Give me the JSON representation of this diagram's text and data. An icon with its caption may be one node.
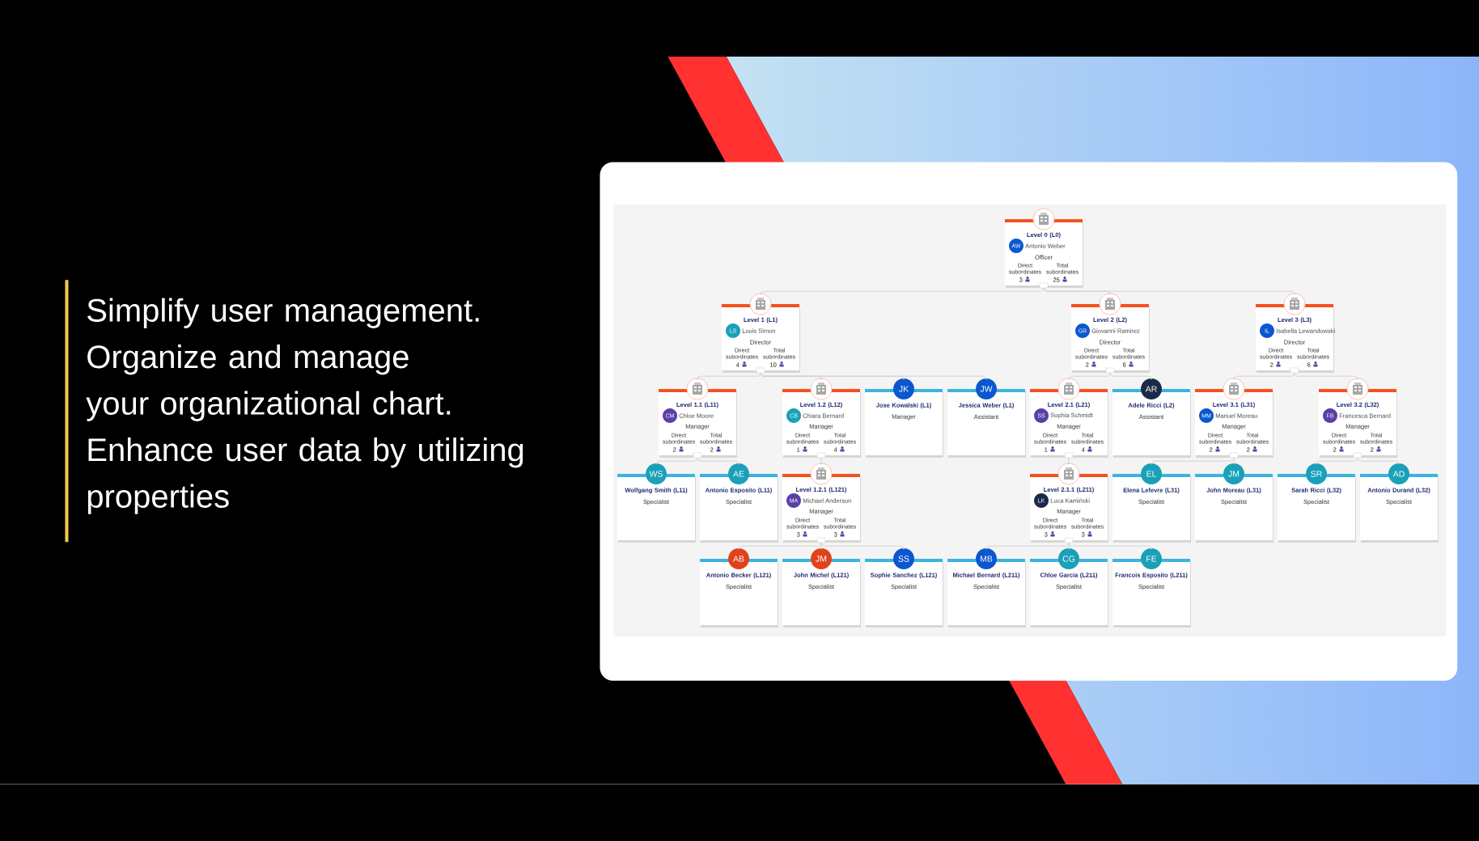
{
  "diagram": {
    "nodes": [
      {
        "text": [
          "Level 0 (L0)",
          "AW",
          "Antonio Weber",
          "Officer",
          "Direct subordinates",
          "3",
          "Total subordinates",
          "25"
        ]
      },
      {
        "text": [
          "Level 1 (L1)",
          "LS",
          "Louis Simon",
          "Director",
          "Direct subordinates",
          "4",
          "Total subordinates",
          "10"
        ]
      },
      {
        "text": [
          "Level 2 (L2)",
          "GR",
          "Giovanni Ramirez",
          "Director",
          "Direct subordinates",
          "2",
          "Total subordinates",
          "6"
        ]
      },
      {
        "text": [
          "Level 3 (L3)",
          "IL",
          "Isabella Lewandowski",
          "Director",
          "Direct subordinates",
          "2",
          "Total subordinates",
          "6"
        ]
      },
      {
        "text": [
          "Level 1.1 (L11)",
          "CM",
          "Chloe Moore",
          "Manager",
          "Direct subordinates",
          "2",
          "Total subordinates",
          "2"
        ]
      },
      {
        "text": [
          "Level 1.2 (L12)",
          "CB",
          "Chiara Bernard",
          "Manager",
          "Direct subordinates",
          "1",
          "Total subordinates",
          "4"
        ]
      },
      {
        "text": [
          "JK",
          "Jose Kowalski (L1)",
          "Manager"
        ]
      },
      {
        "text": [
          "JW",
          "Jessica Weber (L1)",
          "Assistant"
        ]
      },
      {
        "text": [
          "Level 2.1 (L21)",
          "SS",
          "Sophia Schmidt",
          "Manager",
          "Direct subordinates",
          "1",
          "Total subordinates",
          "4"
        ]
      },
      {
        "text": [
          "AR",
          "Adele Ricci (L2)",
          "Assistant"
        ]
      },
      {
        "text": [
          "Level 3.1 (L31)",
          "MM",
          "Manuel Moreau",
          "Manager",
          "Direct subordinates",
          "2",
          "Total subordinates",
          "2"
        ]
      },
      {
        "text": [
          "Level 3.2 (L32)",
          "FB",
          "Francesca Bernard",
          "Manager",
          "Direct subordinates",
          "2",
          "Total subordinates",
          "2"
        ]
      },
      {
        "text": [
          "WS",
          "Wolfgang Smith (L11)",
          "Specialist"
        ]
      },
      {
        "text": [
          "AE",
          "Antonio Esposito (L11)",
          "Specialist"
        ]
      },
      {
        "text": [
          "Level 1.2.1 (L121)",
          "MA",
          "Michael Anderson",
          "Manager",
          "Direct subordinates",
          "3",
          "Total subordinates",
          "3"
        ]
      },
      {
        "text": [
          "Level 2.1.1 (L211)",
          "LK",
          "Luca Kamiński",
          "Manager",
          "Direct subordinates",
          "3",
          "Total subordinates",
          "3"
        ]
      },
      {
        "text": [
          "EL",
          "Elena Lefevre (L31)",
          "Specialist"
        ]
      },
      {
        "text": [
          "JM",
          "John Moreau (L31)",
          "Specialist"
        ]
      },
      {
        "text": [
          "SR",
          "Sarah Ricci (L32)",
          "Specialist"
        ]
      },
      {
        "text": [
          "AD",
          "Antonio Durand (L32)",
          "Specialist"
        ]
      },
      {
        "text": [
          "AB",
          "Antonio Becker (L121)",
          "Specialist"
        ]
      },
      {
        "text": [
          "JM",
          "John Michel (L121)",
          "Specialist"
        ]
      },
      {
        "text": [
          "SS",
          "Sophie Sanchez (L121)",
          "Specialist"
        ]
      },
      {
        "text": [
          "MB",
          "Michael Bernard (L211)",
          "Specialist"
        ]
      },
      {
        "text": [
          "CG",
          "Chloe Garcia (L211)",
          "Specialist"
        ]
      },
      {
        "text": [
          "FE",
          "Francois Esposito (L211)",
          "Specialist"
        ]
      }
    ],
    "edges": [
      {
        "from": 0,
        "to": 1,
        "arrow": "none"
      },
      {
        "from": 0,
        "to": 2,
        "arrow": "none"
      },
      {
        "from": 0,
        "to": 3,
        "arrow": "none"
      },
      {
        "from": 1,
        "to": 4,
        "arrow": "none"
      },
      {
        "from": 1,
        "to": 5,
        "arrow": "none"
      },
      {
        "from": 1,
        "to": 6,
        "arrow": "none"
      },
      {
        "from": 1,
        "to": 7,
        "arrow": "none"
      },
      {
        "from": 2,
        "to": 8,
        "arrow": "none"
      },
      {
        "from": 2,
        "to": 9,
        "arrow": "none"
      },
      {
        "from": 3,
        "to": 10,
        "arrow": "none"
      },
      {
        "from": 3,
        "to": 11,
        "arrow": "none"
      },
      {
        "from": 4,
        "to": 12,
        "arrow": "none"
      },
      {
        "from": 4,
        "to": 13,
        "arrow": "none"
      },
      {
        "from": 5,
        "to": 14,
        "arrow": "none"
      },
      {
        "from": 8,
        "to": 15,
        "arrow": "none"
      },
      {
        "from": 10,
        "to": 16,
        "arrow": "none"
      },
      {
        "from": 10,
        "to": 17,
        "arrow": "none"
      },
      {
        "from": 11,
        "to": 18,
        "arrow": "none"
      },
      {
        "from": 11,
        "to": 19,
        "arrow": "none"
      },
      {
        "from": 14,
        "to": 20,
        "arrow": "none"
      },
      {
        "from": 14,
        "to": 21,
        "arrow": "none"
      },
      {
        "from": 14,
        "to": 22,
        "arrow": "none"
      },
      {
        "from": 15,
        "to": 23,
        "arrow": "none"
      },
      {
        "from": 15,
        "to": 24,
        "arrow": "none"
      },
      {
        "from": 15,
        "to": 25,
        "arrow": "none"
      }
    ],
    "labels": [
      "Simplify user management. Organize and manage your organizational chart. Enhance user data by utilizing properties"
    ]
  }
}
